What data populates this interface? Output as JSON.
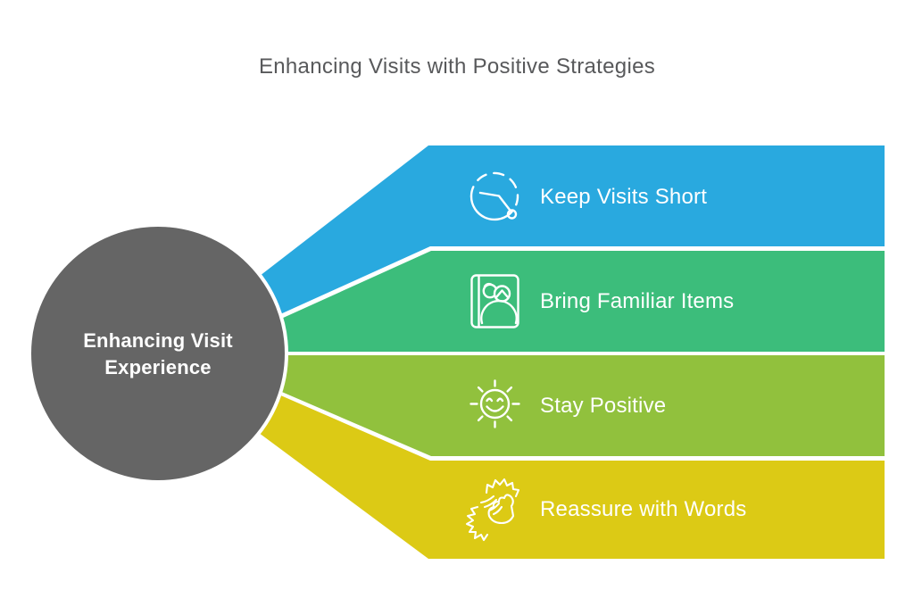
{
  "title": {
    "text": "Enhancing Visits with Positive Strategies",
    "color": "#58595B"
  },
  "center_node": {
    "line1": "Enhancing Visit",
    "line2": "Experience",
    "fill": "#656565",
    "text_color": "#FFFFFF"
  },
  "icon_color": "#FFFFFF",
  "strategies": [
    {
      "label": "Keep Visits Short",
      "color": "#29A9DF",
      "icon": "clock-icon",
      "text_color": "#FFFFFF"
    },
    {
      "label": "Bring Familiar Items",
      "color": "#3CBD7B",
      "icon": "photo-album-icon",
      "text_color": "#FFFFFF"
    },
    {
      "label": "Stay Positive",
      "color": "#91C13D",
      "icon": "smiling-sun-icon",
      "text_color": "#FFFFFF"
    },
    {
      "label": "Reassure with Words",
      "color": "#DCCA15",
      "icon": "helping-hands-icon",
      "text_color": "#FFFFFF"
    }
  ]
}
